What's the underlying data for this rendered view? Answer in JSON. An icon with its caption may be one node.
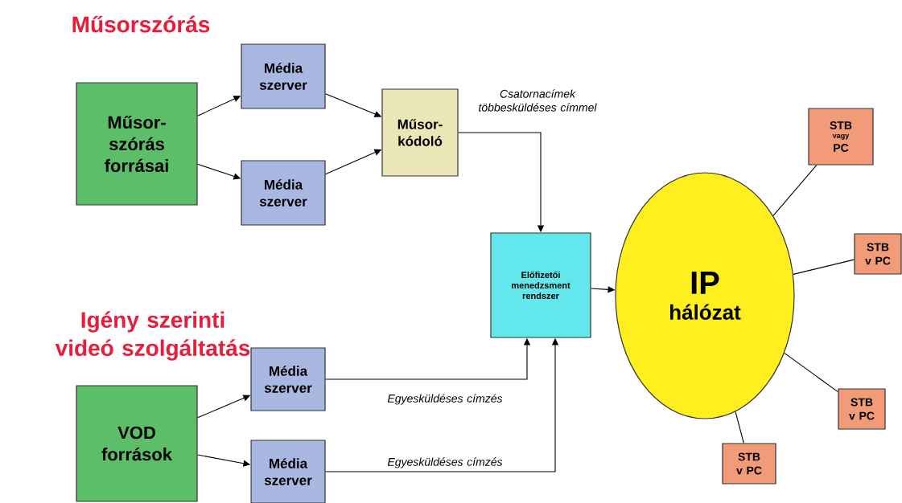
{
  "diagram": {
    "nodes": [
      {
        "text": [
          "Műsor-szórás forrásai"
        ]
      },
      {
        "text": [
          "Média szerver"
        ]
      },
      {
        "text": [
          "Média szerver"
        ]
      },
      {
        "text": [
          "Műsor-kódoló"
        ]
      },
      {
        "text": [
          "Előfizetői menedzsment rendszer"
        ]
      },
      {
        "text": [
          "IP",
          "hálózat"
        ]
      },
      {
        "text": [
          "STB",
          "vagy",
          "PC"
        ]
      },
      {
        "text": [
          "STB",
          "v PC"
        ]
      },
      {
        "text": [
          "STB",
          "v PC"
        ]
      },
      {
        "text": [
          "STB",
          "v PC"
        ]
      },
      {
        "text": [
          "VOD források"
        ]
      },
      {
        "text": [
          "Média szerver"
        ]
      },
      {
        "text": [
          "Média szerver"
        ]
      }
    ],
    "edges": [
      {
        "from": 0,
        "to": 1,
        "arrow": "to"
      },
      {
        "from": 0,
        "to": 2,
        "arrow": "to"
      },
      {
        "from": 1,
        "to": 3,
        "arrow": "to"
      },
      {
        "from": 2,
        "to": 3,
        "arrow": "to"
      },
      {
        "from": 3,
        "to": 4,
        "arrow": "to",
        "label": "Csatornacímek többesküldéses címmel"
      },
      {
        "from": 10,
        "to": 11,
        "arrow": "to"
      },
      {
        "from": 10,
        "to": 12,
        "arrow": "to"
      },
      {
        "from": 11,
        "to": 4,
        "arrow": "to",
        "label": "Egyesküldéses címzés"
      },
      {
        "from": 12,
        "to": 4,
        "arrow": "to",
        "label": "Egyesküldéses címzés"
      },
      {
        "from": 4,
        "to": 5,
        "arrow": "to"
      },
      {
        "from": 5,
        "to": 6,
        "arrow": "none"
      },
      {
        "from": 5,
        "to": 7,
        "arrow": "none"
      },
      {
        "from": 5,
        "to": 8,
        "arrow": "none"
      },
      {
        "from": 5,
        "to": 9,
        "arrow": "none"
      }
    ],
    "labels": [
      "Műsorszórás",
      "Igény szerinti videó szolgáltatás"
    ]
  }
}
